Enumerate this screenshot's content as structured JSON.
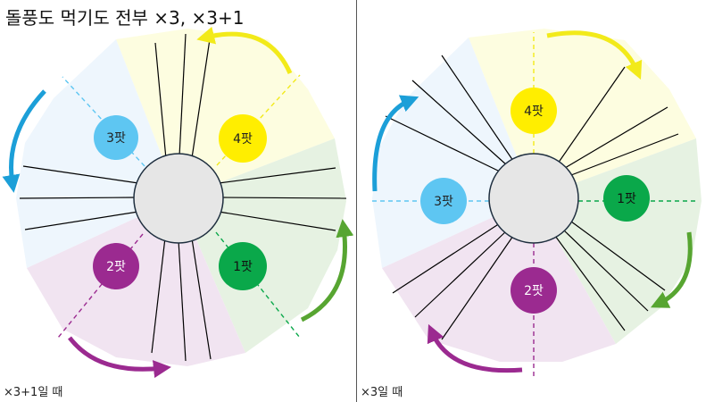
{
  "title": "돌풍도 먹기도 전부 ×3, ×3+1",
  "left_caption": "×3+1일 때",
  "right_caption": "×3일 때",
  "colors": {
    "yellow_sector": "#fdfde0",
    "green_sector": "#e6f2e2",
    "purple_sector": "#f1e4f1",
    "blue_sector": "#eef6fd",
    "yellow": "#ffee00",
    "green": "#0aa84a",
    "purple": "#9b2a90",
    "blue": "#5ec6f2",
    "arrow_yellow": "#f2ea1a",
    "arrow_green": "#57a531",
    "arrow_purple": "#9b2a90",
    "arrow_blue": "#1c9fd8",
    "center": "#e6e6e6"
  },
  "diagrams": [
    {
      "name": "x3plus1",
      "parties": [
        {
          "label": "1팟",
          "color": "green"
        },
        {
          "label": "2팟",
          "color": "purple"
        },
        {
          "label": "3팟",
          "color": "blue"
        },
        {
          "label": "4팟",
          "color": "yellow"
        }
      ]
    },
    {
      "name": "x3",
      "parties": [
        {
          "label": "1팟",
          "color": "green"
        },
        {
          "label": "2팟",
          "color": "purple"
        },
        {
          "label": "3팟",
          "color": "blue"
        },
        {
          "label": "4팟",
          "color": "yellow"
        }
      ]
    }
  ]
}
